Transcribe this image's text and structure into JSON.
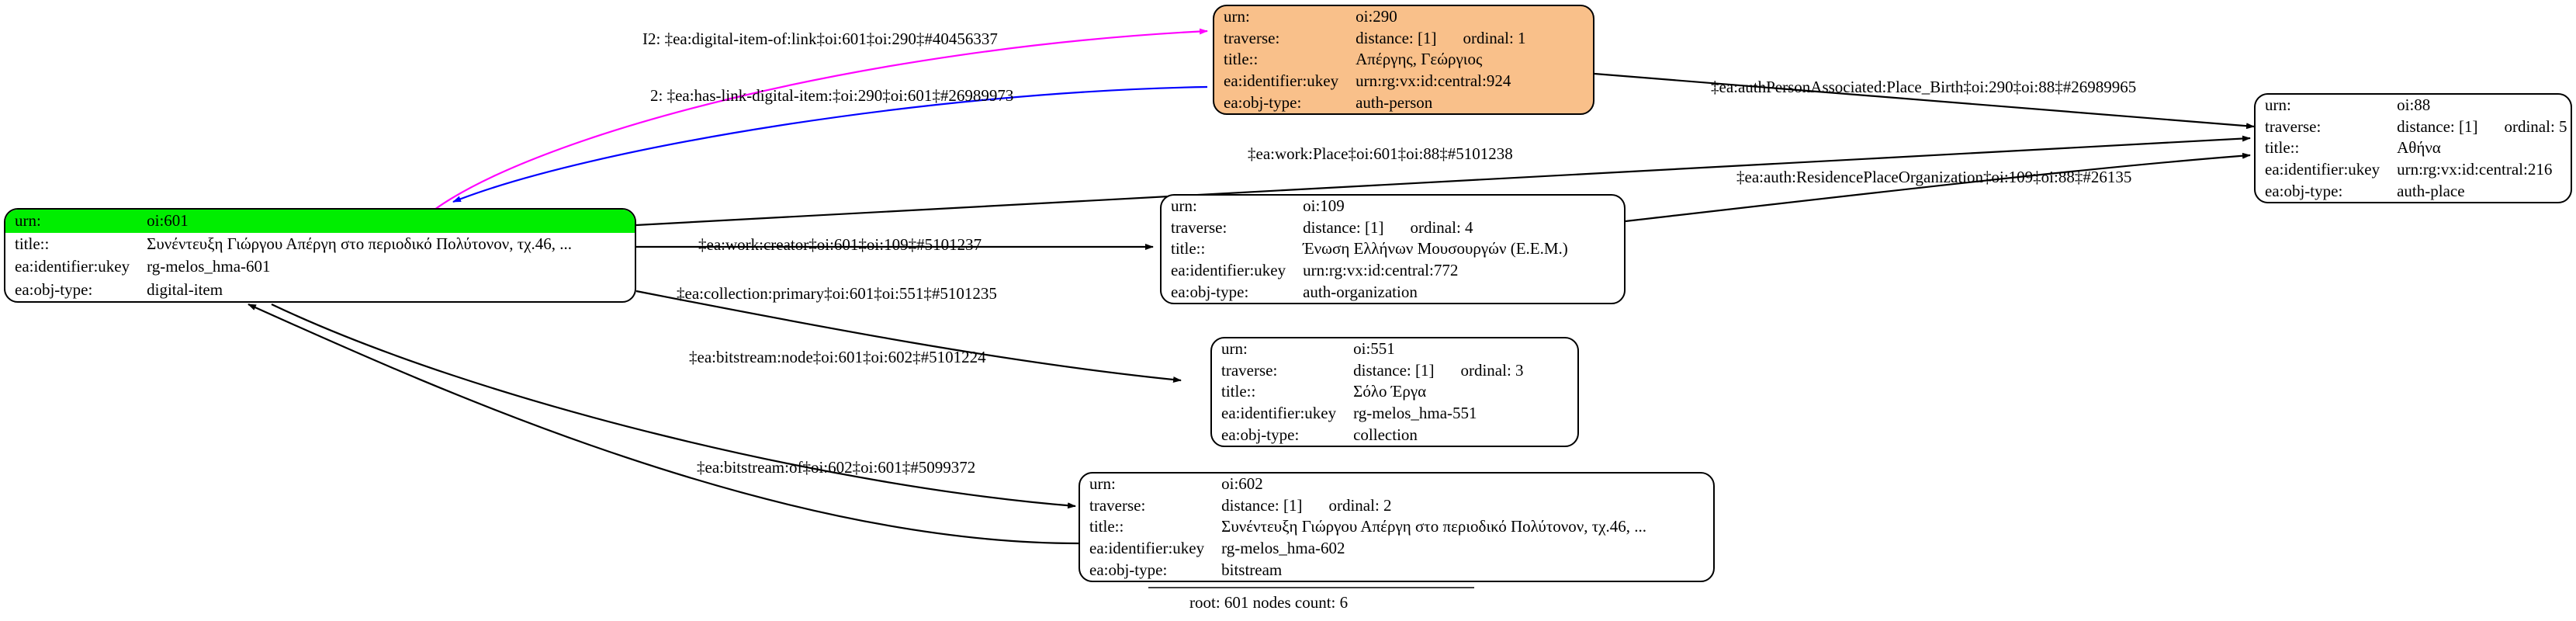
{
  "graph": {
    "caption": "root: 601 nodes count: 6",
    "colors": {
      "root_highlight": "#00ee00",
      "person_node_fill": "#f9c08a",
      "edge_default": "#000000",
      "edge_magenta": "#ff00ff",
      "edge_blue": "#0000ff",
      "node_border": "#000000",
      "background": "#ffffff"
    },
    "field_labels": {
      "urn": "urn:",
      "traverse": "traverse:",
      "title": "title::",
      "ukey": "ea:identifier:ukey",
      "objtype": "ea:obj-type:"
    },
    "nodes": [
      {
        "id": "oi601",
        "urn": "oi:601",
        "traverse": null,
        "title": "Συνέντευξη Γιώργου Απέργη στο περιοδικό Πολύτονον, τχ.46, ...",
        "ukey": "rg-melos_hma-601",
        "objtype": "digital-item",
        "is_root": true,
        "fill": "white"
      },
      {
        "id": "oi290",
        "urn": "oi:290",
        "traverse_distance": "distance: [1]",
        "traverse_ordinal": "ordinal: 1",
        "title": "Απέργης, Γεώργιος",
        "ukey": "urn:rg:vx:id:central:924",
        "objtype": "auth-person",
        "is_root": false,
        "fill": "orange"
      },
      {
        "id": "oi88",
        "urn": "oi:88",
        "traverse_distance": "distance: [1]",
        "traverse_ordinal": "ordinal: 5",
        "title": "Αθήνα",
        "ukey": "urn:rg:vx:id:central:216",
        "objtype": "auth-place",
        "is_root": false,
        "fill": "white"
      },
      {
        "id": "oi109",
        "urn": "oi:109",
        "traverse_distance": "distance: [1]",
        "traverse_ordinal": "ordinal: 4",
        "title": "Ένωση Ελλήνων Μουσουργών (Ε.Ε.Μ.)",
        "ukey": "urn:rg:vx:id:central:772",
        "objtype": "auth-organization",
        "is_root": false,
        "fill": "white"
      },
      {
        "id": "oi551",
        "urn": "oi:551",
        "traverse_distance": "distance: [1]",
        "traverse_ordinal": "ordinal: 3",
        "title": "Σόλο Έργα",
        "ukey": "rg-melos_hma-551",
        "objtype": "collection",
        "is_root": false,
        "fill": "white"
      },
      {
        "id": "oi602",
        "urn": "oi:602",
        "traverse_distance": "distance: [1]",
        "traverse_ordinal": "ordinal: 2",
        "title": "Συνέντευξη Γιώργου Απέργη στο περιοδικό Πολύτονον, τχ.46, ...",
        "ukey": "rg-melos_hma-602",
        "objtype": "bitstream",
        "is_root": false,
        "fill": "white"
      }
    ],
    "edges": [
      {
        "id": "e-digital-item-of",
        "label": "I2: ‡ea:digital-item-of:link‡oi:601‡oi:290‡#40456337",
        "from": "oi601",
        "to": "oi290",
        "color": "#ff00ff"
      },
      {
        "id": "e-has-link-digital-item",
        "label": "2: ‡ea:has-link-digital-item:‡oi:290‡oi:601‡#26989973",
        "from": "oi290",
        "to": "oi601",
        "color": "#0000ff"
      },
      {
        "id": "e-authperson-place-birth",
        "label": "‡ea:authPersonAssociated:Place_Birth‡oi:290‡oi:88‡#26989965",
        "from": "oi290",
        "to": "oi88",
        "color": "#000000"
      },
      {
        "id": "e-work-place",
        "label": "‡ea:work:Place‡oi:601‡oi:88‡#5101238",
        "from": "oi601",
        "to": "oi88",
        "color": "#000000"
      },
      {
        "id": "e-auth-residence-place-org",
        "label": "‡ea:auth:ResidencePlaceOrganization‡oi:109‡oi:88‡#26135",
        "from": "oi109",
        "to": "oi88",
        "color": "#000000"
      },
      {
        "id": "e-work-creator",
        "label": "‡ea:work:creator‡oi:601‡oi:109‡#5101237",
        "from": "oi601",
        "to": "oi109",
        "color": "#000000"
      },
      {
        "id": "e-collection-primary",
        "label": "‡ea:collection:primary‡oi:601‡oi:551‡#5101235",
        "from": "oi601",
        "to": "oi551",
        "color": "#000000"
      },
      {
        "id": "e-bitstream-node",
        "label": "‡ea:bitstream:node‡oi:601‡oi:602‡#5101224",
        "from": "oi601",
        "to": "oi602",
        "color": "#000000"
      },
      {
        "id": "e-bitstream-of",
        "label": "‡ea:bitstream:of‡oi:602‡oi:601‡#5099372",
        "from": "oi602",
        "to": "oi601",
        "color": "#000000"
      }
    ]
  }
}
